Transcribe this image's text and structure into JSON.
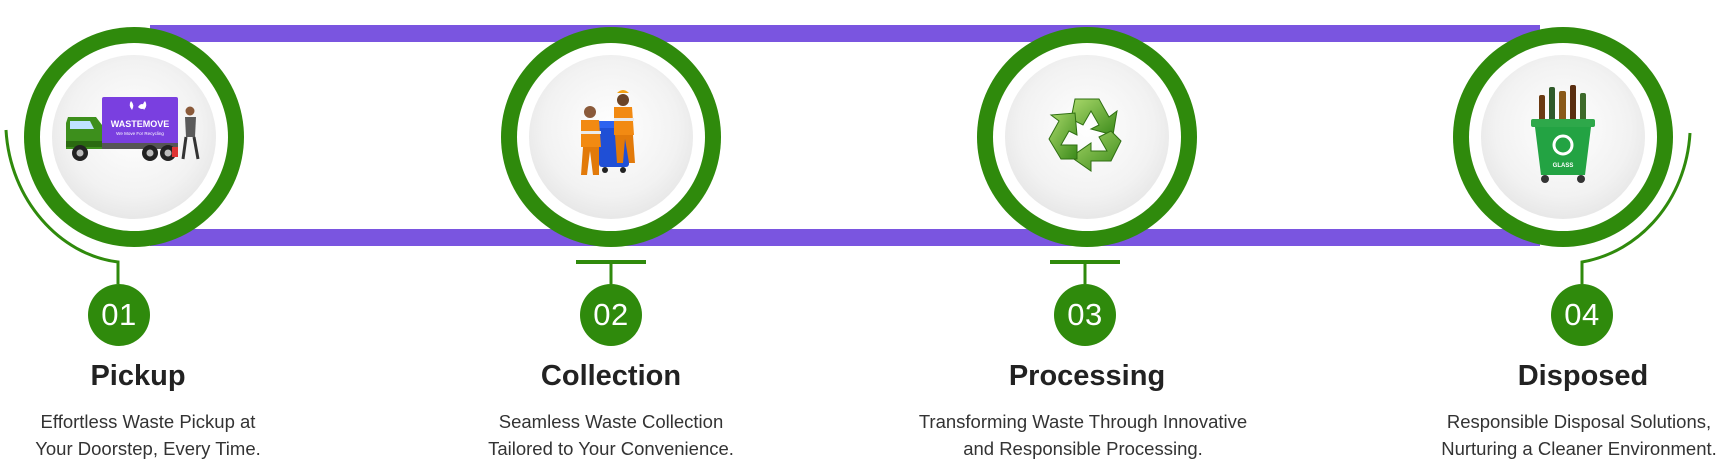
{
  "colors": {
    "accent_green": "#2f8a0c",
    "band_purple": "#7a55e0",
    "text_dark": "#222222",
    "text_body": "#333333"
  },
  "steps": [
    {
      "number": "01",
      "title": "Pickup",
      "desc_line1": "Effortless Waste Pickup at",
      "desc_line2": "Your Doorstep, Every Time.",
      "icon": "truck-icon",
      "truck_brand": "WASTEMOVE",
      "truck_tagline": "We Move For Recycling"
    },
    {
      "number": "02",
      "title": "Collection",
      "desc_line1": "Seamless Waste Collection",
      "desc_line2": "Tailored to Your Convenience.",
      "icon": "workers-icon"
    },
    {
      "number": "03",
      "title": "Processing",
      "desc_line1": "Transforming Waste Through Innovative",
      "desc_line2": "and Responsible Processing.",
      "icon": "recycle-icon"
    },
    {
      "number": "04",
      "title": "Disposed",
      "desc_line1": "Responsible Disposal Solutions,",
      "desc_line2": "Nurturing a Cleaner Environment.",
      "icon": "glass-bin-icon",
      "bin_label": "GLASS"
    }
  ]
}
